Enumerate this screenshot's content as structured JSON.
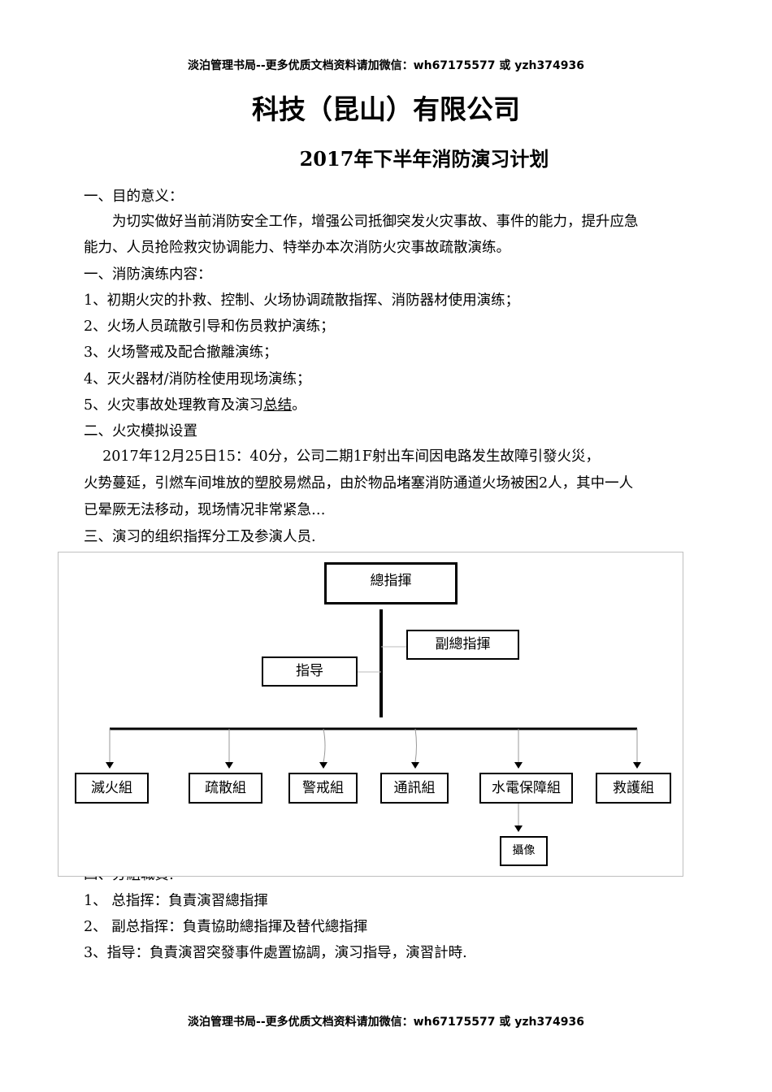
{
  "header": {
    "watermark": "淡泊管理书局--更多优质文档资料请加微信：wh67175577 或 yzh374936"
  },
  "footer": {
    "watermark": "淡泊管理书局--更多优质文档资料请加微信：wh67175577 或 yzh374936"
  },
  "document": {
    "title": "科技（昆山）有限公司",
    "subtitle": "2017年下半年消防演习计划",
    "lines": [
      "一、目的意义：",
      "　　为切实做好当前消防安全工作，增强公司抵御突发火灾事故、事件的能力，提升应急",
      "能力、人员抢险救灾协调能力、特举办本次消防火灾事故疏散演练。",
      "一、消防演练内容：",
      "1、初期火灾的扑救、控制、火场协调疏散指挥、消防器材使用演练；",
      "2、火场人员疏散引导和伤员救护演练；",
      "3、火场警戒及配合撤離演练；",
      "4、灭火器材/消防栓使用现场演练；",
      "5、火灾事故处理教育及演习",
      "二、火灾模拟设置",
      "　 2017年12月25日15：40分，公司二期1F射出车间因电路发生故障引發火災，",
      "火势蔓延，引燃车间堆放的塑胶易燃品，由於物品堵塞消防通道火场被困2人，其中一人",
      "已晕厥无法移动，现场情况非常紧急…",
      "三、演习的组织指挥分工及参演人员.",
      "四、分組職責:",
      "1、  总指挥：負責演習總指揮",
      "2、  副总指挥：負責協助總指揮及替代總指揮",
      "3、指导：負責演習突發事件處置協調，演习指导，演習計時."
    ],
    "line5_underlined": "总结",
    "line5_end": "。"
  },
  "org_chart": {
    "commander": "總指揮",
    "deputy": "副總指揮",
    "guide": "指导",
    "groups": [
      "滅火組",
      "疏散組",
      "警戒組",
      "通訊組",
      "水電保障組",
      "救護組"
    ],
    "sub_group": "攝像"
  }
}
